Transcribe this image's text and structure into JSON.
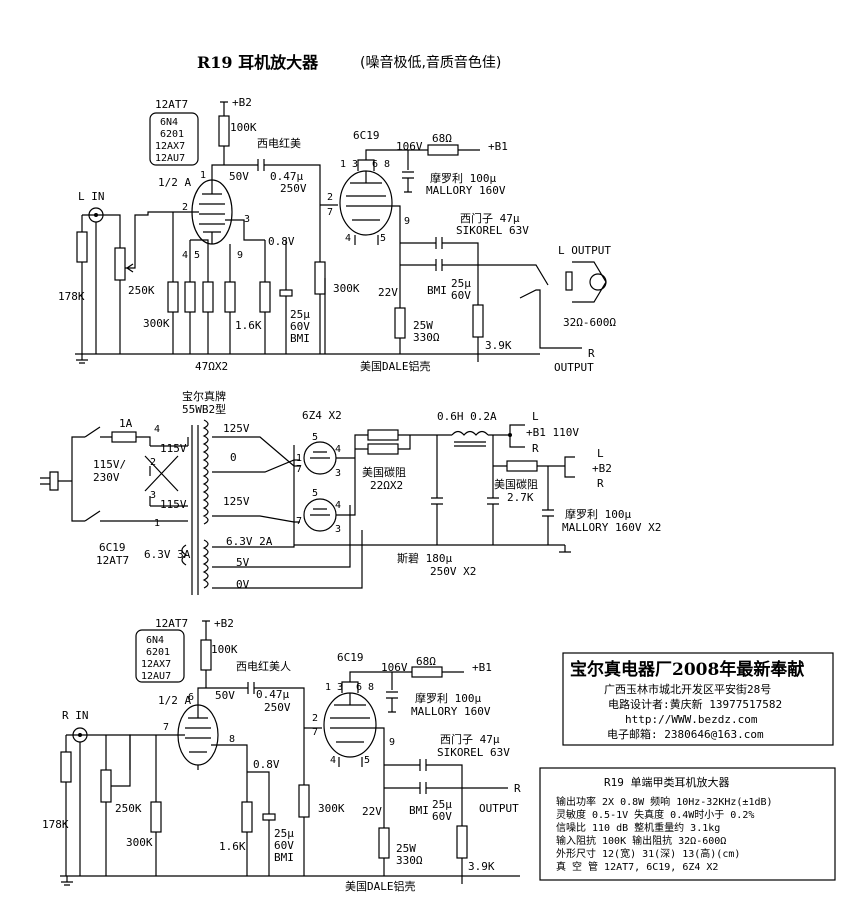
{
  "title": "R19 耳机放大器",
  "subtitle": "(噪音极低,音质音色佳)",
  "top_amp": {
    "tube1": "12AT7",
    "tube1_subs": [
      "6N4",
      "6201",
      "12AX7",
      "12AU7"
    ],
    "half": "1/2 A",
    "b2": "+B2",
    "r_plate": "100K",
    "cap_brand": "西电红美",
    "cap_val": "0.47μ",
    "cap_v": "250V",
    "v50": "50V",
    "input": "L  IN",
    "r_in": "178K",
    "pot": "250K",
    "r_grid": "300K",
    "r_cath1": "1.6K",
    "r_cath_pair": "47ΩX2",
    "v08": "0.8V",
    "c_cath": [
      "25μ",
      "60V",
      "BMI"
    ],
    "r_grid2": "300K",
    "tube2": "6C19",
    "v106": "106V",
    "r68": "68Ω",
    "b1": "+B1",
    "mallory": [
      "摩罗利  100μ",
      "MALLORY 160V"
    ],
    "siemens": [
      "西门子  47μ",
      "SIKOREL 63V"
    ],
    "v22": "22V",
    "bmi": [
      "BMI",
      "25μ",
      "60V"
    ],
    "r_cath2": [
      "25W",
      "330Ω"
    ],
    "r_out": "3.9K",
    "out_l": "L  OUTPUT",
    "impedance": "32Ω-600Ω",
    "out_r": [
      "R",
      "OUTPUT"
    ],
    "dale": "美国DALE铝壳",
    "pins1": [
      "1",
      "2",
      "3",
      "4 5",
      "9"
    ],
    "pins2": [
      "1 3",
      "6 8",
      "2",
      "7",
      "4",
      "5",
      "9"
    ]
  },
  "psu": {
    "transformer": [
      "宝尔真牌",
      "55WB2型"
    ],
    "fuse": "1A",
    "mains": [
      "115V/",
      "230V"
    ],
    "pri": [
      "115V",
      "115V"
    ],
    "pins": [
      "4",
      "2",
      "3",
      "1"
    ],
    "sec_hv": [
      "125V",
      "0",
      "125V"
    ],
    "heater": [
      "6C19",
      "12AT7"
    ],
    "heater_v": "6.3V 3A",
    "heater2": "6.3V 2A",
    "v5": "5V",
    "v0": "0V",
    "rect": "6Z4 X2",
    "rect_pins": [
      "5",
      "4",
      "1",
      "7",
      "3",
      "5",
      "7",
      "4",
      "3"
    ],
    "carbon1": [
      "美国碳阻",
      "22ΩX2"
    ],
    "choke": "0.6H 0.2A",
    "b1_out": [
      "L",
      "+B1 110V",
      "R"
    ],
    "carbon2": [
      "美国碳阻",
      "2.7K"
    ],
    "b2_out": [
      "L",
      "+B2",
      "R"
    ],
    "mallory": [
      "摩罗利 100μ",
      "MALLORY 160V X2"
    ],
    "sibi": [
      "斯碧 180μ",
      "250V X2"
    ]
  },
  "bot_amp": {
    "tube1": "12AT7",
    "tube1_subs": [
      "6N4",
      "6201",
      "12AX7",
      "12AU7"
    ],
    "half": "1/2 A",
    "b2": "+B2",
    "r_plate": "100K",
    "cap_brand": "西电红美人",
    "cap_val": "0.47μ",
    "cap_v": "250V",
    "v50": "50V",
    "input": "R  IN",
    "r_in": "178K",
    "pot": "250K",
    "r_grid": "300K",
    "r_cath": "1.6K",
    "v08": "0.8V",
    "c_cath": [
      "25μ",
      "60V",
      "BMI"
    ],
    "r_grid2": "300K",
    "tube2": "6C19",
    "v106": "106V",
    "r68": "68Ω",
    "b1": "+B1",
    "mallory": [
      "摩罗利  100μ",
      "MALLORY 160V"
    ],
    "siemens": [
      "西门子  47μ",
      "SIKOREL 63V"
    ],
    "v22": "22V",
    "bmi": [
      "BMI",
      "25μ",
      "60V"
    ],
    "r_cath2": [
      "25W",
      "330Ω"
    ],
    "r_out": "3.9K",
    "out_r": "R",
    "output": "OUTPUT",
    "dale": "美国DALE铝壳",
    "pins1": [
      "6",
      "7",
      "8"
    ],
    "pins2": [
      "1 3",
      "6 8",
      "2",
      "7",
      "4",
      "5",
      "9"
    ]
  },
  "company": {
    "name": "宝尔真电器厂2008年最新奉献",
    "address": "广西玉林市城北开发区平安街28号",
    "designer": "电路设计者:黄庆新   13977517582",
    "web": "http://WWW.bezdz.com",
    "email": "电子邮箱: 2380646@163.com"
  },
  "specs": {
    "title": "R19  单端甲类耳机放大器",
    "rows": [
      "输出功率   2X 0.8W  频响 10Hz-32KHz(±1dB)",
      "灵敏度     0.5-1V   失真度 0.4W时小于 0.2%",
      "信噪比     110 dB   整机重量约  3.1kg",
      "输入阻抗   100K     输出阻抗   32Ω-600Ω",
      "外形尺寸   12(宽) 31(深) 13(高)(cm)",
      "真 空 管   12AT7, 6C19, 6Z4 X2"
    ]
  }
}
